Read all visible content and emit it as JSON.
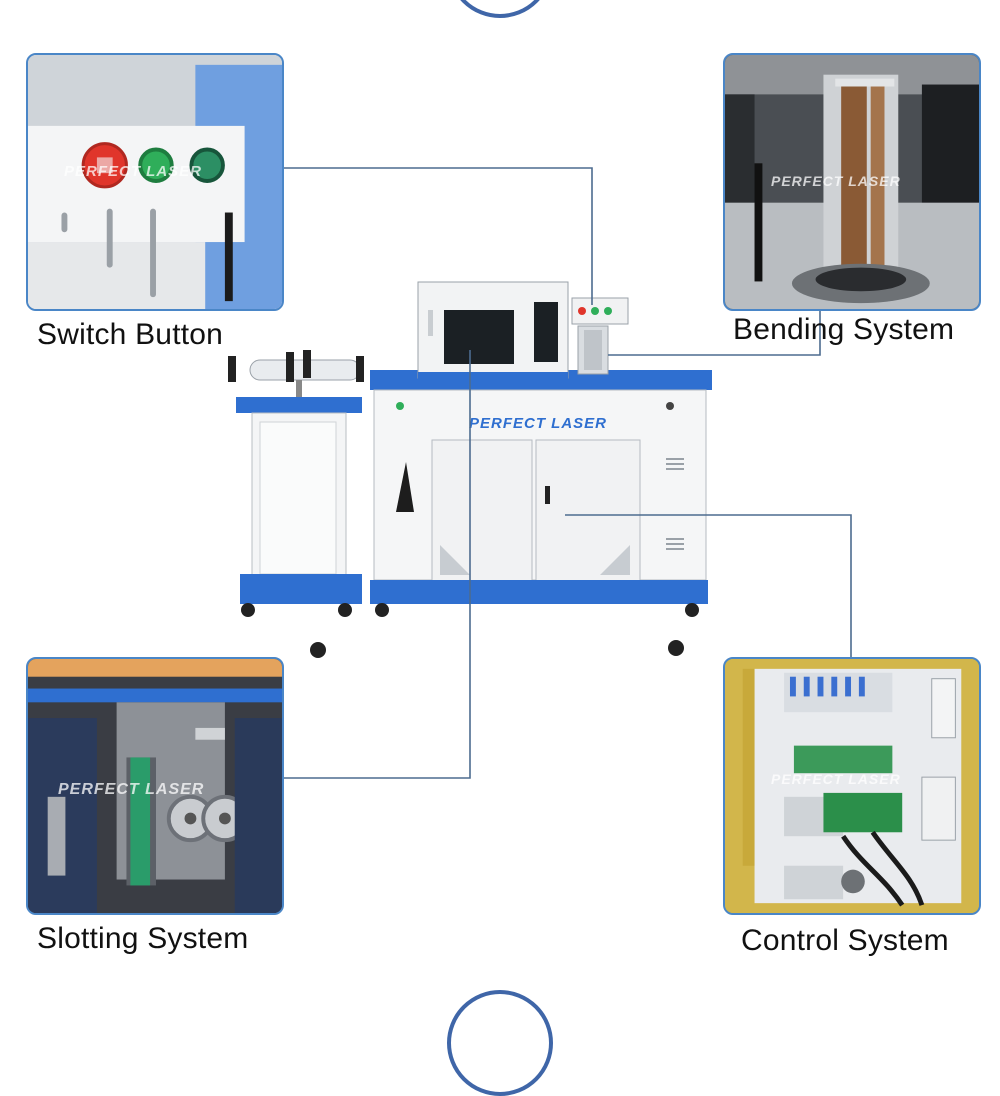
{
  "captions": {
    "switch": "Switch Button",
    "bending": "Bending System",
    "slotting": "Slotting System",
    "control": "Control System"
  },
  "brand": {
    "machine_logo": "PERFECT LASER",
    "watermark": "PERFECT LASER"
  },
  "colors": {
    "frame_blue": "#4a86c7",
    "machine_blue": "#2f6fd0",
    "leader_line": "#4d6c8f",
    "emergency_red": "#e0352b",
    "indicator_green": "#2fae5a"
  }
}
